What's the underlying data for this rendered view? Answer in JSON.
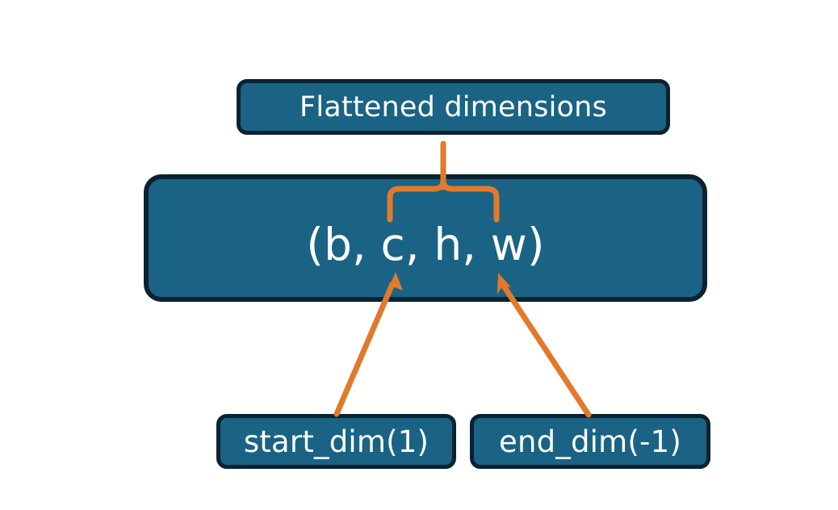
{
  "diagram": {
    "title_text": "Flattened dimensions",
    "tuple_text": "(b, c, h, w)",
    "start_dim_text": "start_dim(1)",
    "end_dim_text": "end_dim(-1)",
    "nodes": [
      {
        "id": "flattened",
        "label": "Flattened dimensions"
      },
      {
        "id": "tuple",
        "label": "(b, c, h, w)"
      },
      {
        "id": "start_dim",
        "label": "start_dim(1)"
      },
      {
        "id": "end_dim",
        "label": "end_dim(-1)"
      }
    ],
    "connectors": [
      {
        "id": "brace",
        "type": "curly-brace",
        "from": "tuple-span-c-to-w",
        "to": "flattened",
        "color": "#E2792B"
      },
      {
        "id": "arrow-start-dim",
        "type": "arrow",
        "from": "start_dim",
        "to": "tuple-c",
        "color": "#E2792B"
      },
      {
        "id": "arrow-end-dim",
        "type": "arrow",
        "from": "end_dim",
        "to": "tuple-w",
        "color": "#E2792B"
      }
    ],
    "colors": {
      "node_fill": "#1a6384",
      "node_border": "#0b2231",
      "node_text": "#ffffff",
      "connector": "#E2792B",
      "background": "#ffffff"
    }
  }
}
